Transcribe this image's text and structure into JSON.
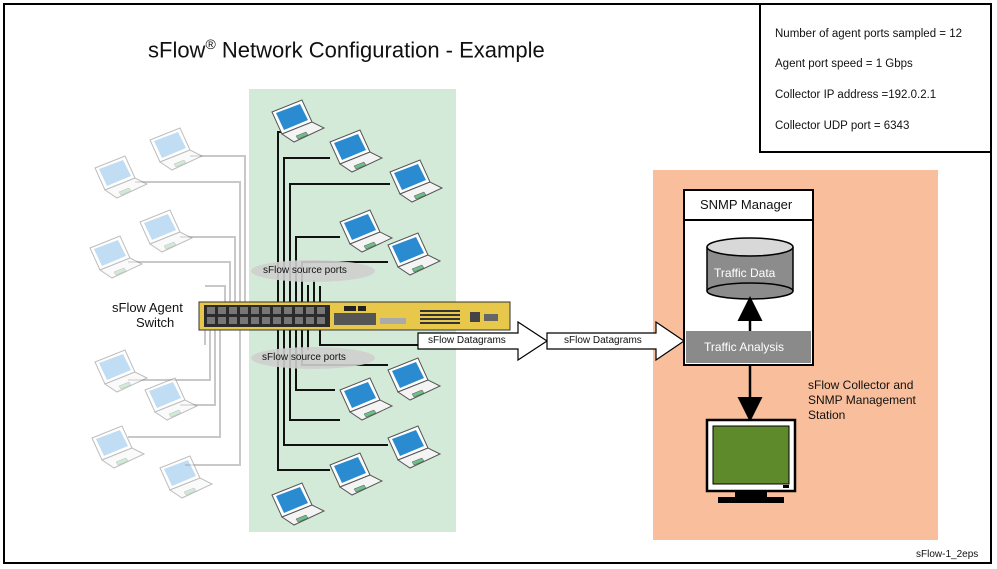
{
  "title": {
    "main": "sFlow",
    "registered": "®",
    "rest": " Network Configuration - Example"
  },
  "info": {
    "line1": "Number of agent ports sampled = 12",
    "line2": "Agent port speed = 1 Gbps",
    "line3": "Collector IP address =192.0.2.1",
    "line4": "Collector UDP port = 6343"
  },
  "labels": {
    "agent_switch_line1": "sFlow Agent",
    "agent_switch_line2": "Switch",
    "source_ports_top": "sFlow source ports",
    "source_ports_bottom": "sFlow source ports",
    "datagrams_1": "sFlow Datagrams",
    "datagrams_2": "sFlow Datagrams",
    "snmp_manager": "SNMP Manager",
    "traffic_data": "Traffic Data",
    "traffic_analysis": "Traffic Analysis",
    "collector_line1": "sFlow Collector and",
    "collector_line2": "SNMP Management",
    "collector_line3": "Station",
    "figure_id": "sFlow-1_2eps"
  },
  "colors": {
    "green_panel": "#d3ead8",
    "orange_panel": "#f9bf9c",
    "switch_body": "#e8c84a",
    "analysis_box": "#8a8a8a",
    "cylinder": "#8c8c8c",
    "monitor_screen": "#5f8a2c",
    "laptop_screen": "#2a8bd0",
    "cable_dark": "#111111",
    "cable_light": "#c8c8c8"
  }
}
